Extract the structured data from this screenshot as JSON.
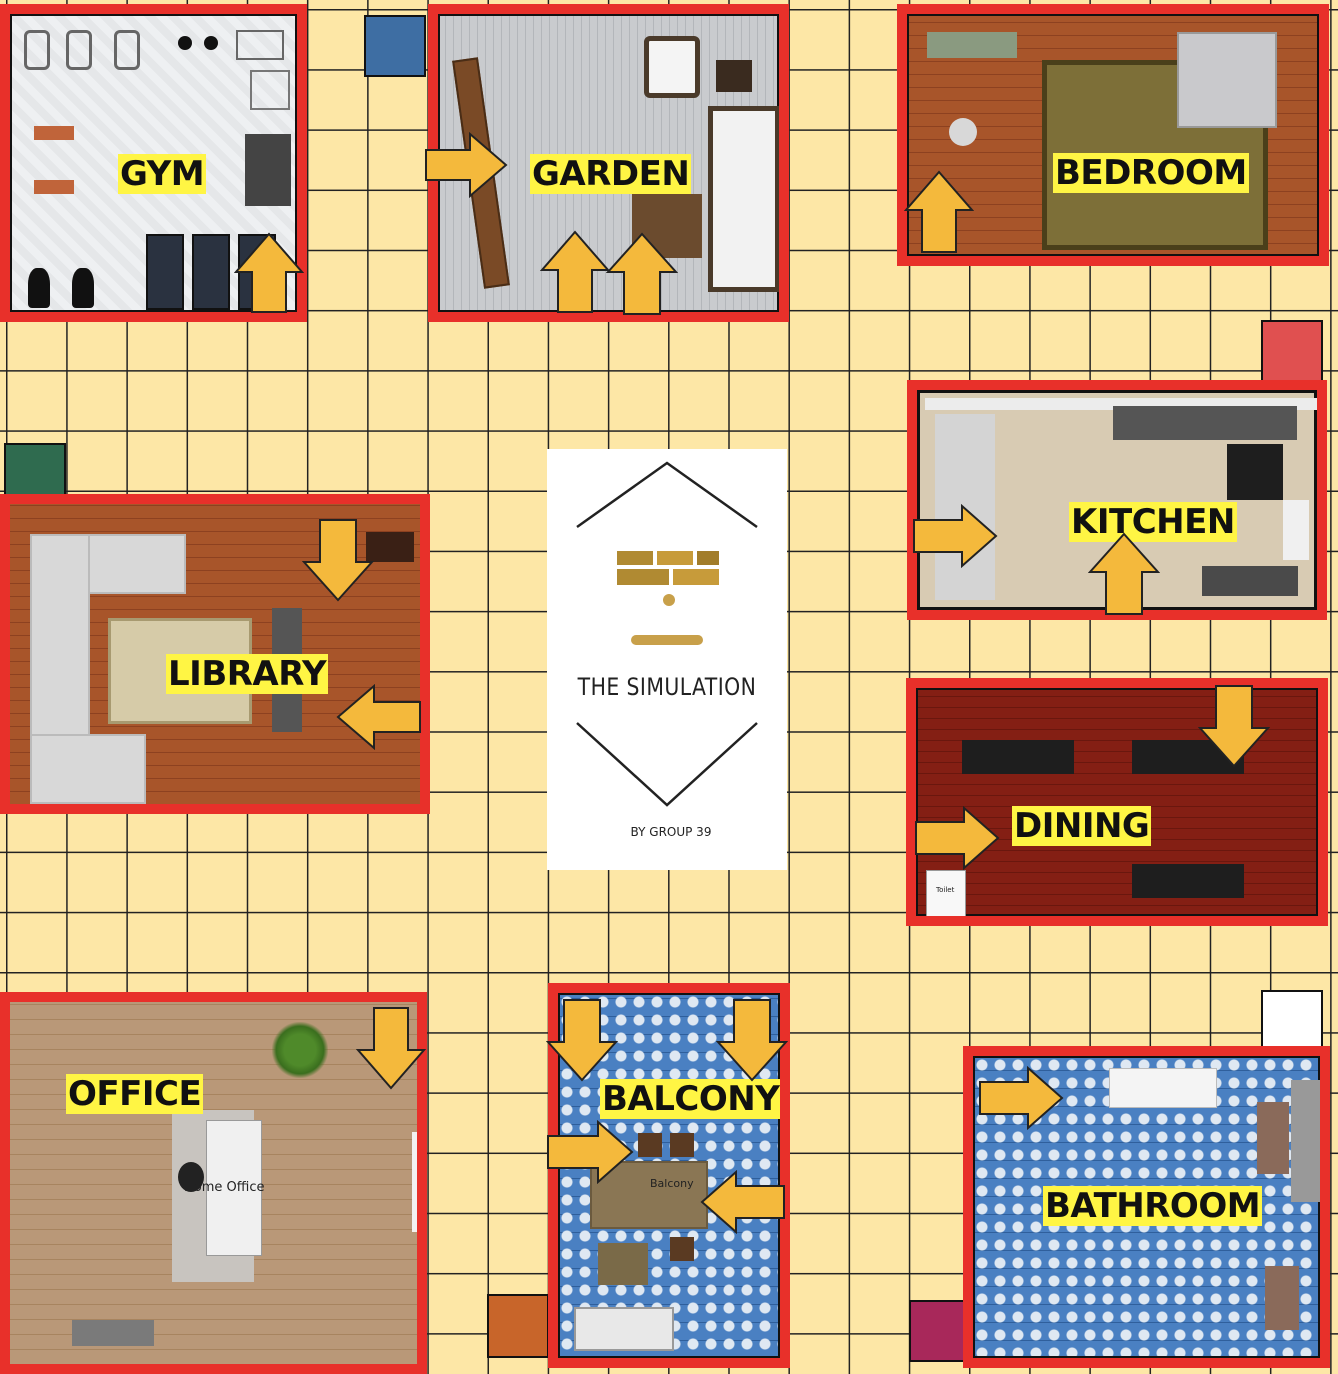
{
  "board": {
    "logo": {
      "title": "THE SIMULATION",
      "credit": "BY GROUP 39"
    }
  },
  "rooms": {
    "gym": {
      "label": "GYM"
    },
    "garden": {
      "label": "GARDEN"
    },
    "bedroom": {
      "label": "BEDROOM"
    },
    "kitchen": {
      "label": "KITCHEN"
    },
    "library": {
      "label": "LIBRARY"
    },
    "dining": {
      "label": "DINING",
      "sign": "Toilet"
    },
    "office": {
      "label": "OFFICE",
      "desk_label": "Home Office"
    },
    "balcony": {
      "label": "BALCONY",
      "rug_label": "Balcony"
    },
    "bathroom": {
      "label": "BATHROOM"
    }
  },
  "start_squares": [
    {
      "name": "blue",
      "color": "#3e6ea3"
    },
    {
      "name": "red",
      "color": "#e05050"
    },
    {
      "name": "green",
      "color": "#2f6b4f"
    },
    {
      "name": "white",
      "color": "#ffffff"
    },
    {
      "name": "orange",
      "color": "#c8652a"
    },
    {
      "name": "magenta",
      "color": "#a8285a"
    }
  ],
  "colors": {
    "board": "#fde7a6",
    "wall": "#e8302a",
    "label": "#fff544",
    "arrow": "#f4b93c"
  }
}
